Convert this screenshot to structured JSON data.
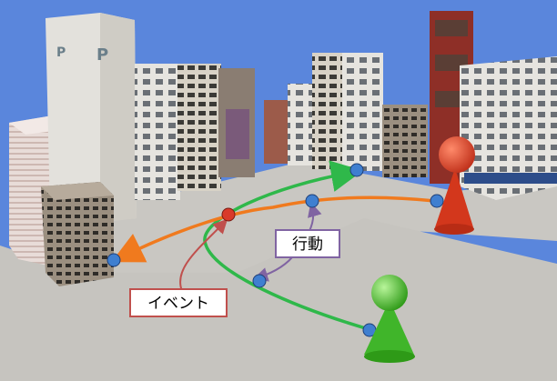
{
  "labels": {
    "action": "行動",
    "event": "イベント"
  },
  "colors": {
    "sky": "#5a86dc",
    "ground": "#c9c7c2",
    "path_orange": "#f07a1e",
    "path_green": "#2fb84a",
    "node_blue": "#3f7fd0",
    "node_red": "#d93a2a",
    "callout_event": "#c0504d",
    "callout_action": "#8064a2",
    "pawn_red": "#e0452a",
    "pawn_green": "#4cc62e"
  },
  "pawns": [
    {
      "name": "red-pawn",
      "color": "#e0452a"
    },
    {
      "name": "green-pawn",
      "color": "#4cc62e"
    }
  ]
}
